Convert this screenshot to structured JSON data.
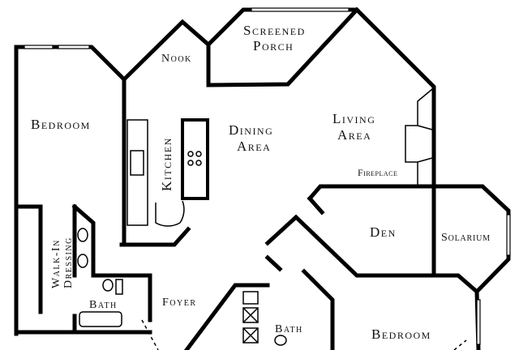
{
  "rooms": {
    "bedroom_left": "Bedroom",
    "nook": "Nook",
    "screened_porch_line1": "Screened",
    "screened_porch_line2": "Porch",
    "kitchen": "Kitchen",
    "dining_line1": "Dining",
    "dining_line2": "Area",
    "living_line1": "Living",
    "living_line2": "Area",
    "fireplace": "Fireplace",
    "den": "Den",
    "solarium": "Solarium",
    "walkin_line1": "Walk-In",
    "walkin_line2": "Dressing",
    "bath_left": "Bath",
    "foyer": "Foyer",
    "bath_center": "Bath",
    "bedroom_right": "Bedroom"
  },
  "colors": {
    "wall": "#000000",
    "background": "#ffffff"
  }
}
